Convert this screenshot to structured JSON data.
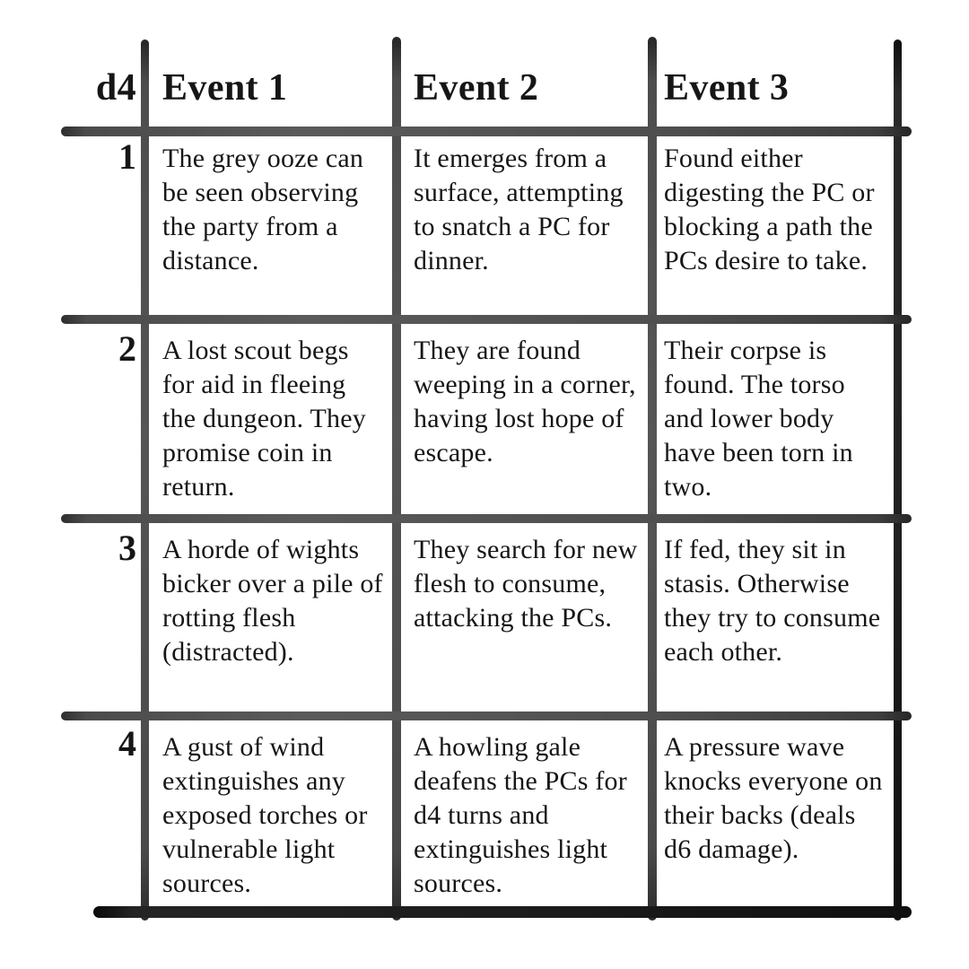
{
  "page": {
    "background": "#ffffff",
    "ink_color": "#161616",
    "grid_color": "#4a4a4a",
    "grid_dark_color": "#1c1c1c"
  },
  "table": {
    "header": {
      "dice_label": "d4",
      "columns": [
        "Event 1",
        "Event 2",
        "Event 3"
      ]
    },
    "rows": [
      {
        "roll": "1",
        "events": [
          "The grey ooze can be seen observing the party from a distance.",
          "It emerges from a surface, attempting to snatch a PC for dinner.",
          "Found either digesting the PC or blocking a path the PCs desire to take."
        ]
      },
      {
        "roll": "2",
        "events": [
          "A lost scout begs for aid in fleeing the dungeon. They promise coin in return.",
          "They are found weeping in a corner, having lost hope of escape.",
          "Their corpse is found. The torso and lower body have been torn in two."
        ]
      },
      {
        "roll": "3",
        "events": [
          "A horde of wights bicker over a pile of rotting flesh (distracted).",
          "They search for new flesh to consume, attacking the PCs.",
          "If fed, they sit in stasis. Otherwise they try to consume each other."
        ]
      },
      {
        "roll": "4",
        "events": [
          "A gust of wind extinguishes any exposed torches or vulnerable light sources.",
          "A howling gale deafens the PCs for d4 turns and extinguishes light sources.",
          "A pressure wave knocks everyone on their backs (deals d6 damage)."
        ]
      }
    ]
  }
}
